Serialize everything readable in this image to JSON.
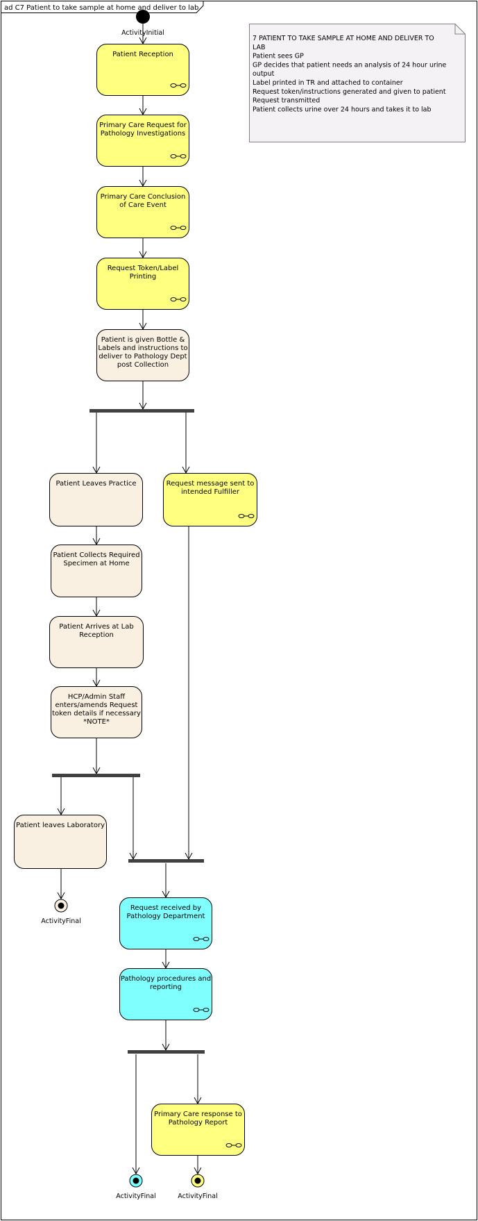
{
  "frame_title": "ad C7 Patient to take sample at home and deliver to lab",
  "initial_label": "ActivityInitial",
  "note": {
    "lines": [
      "7 PATIENT TO TAKE SAMPLE AT HOME AND DELIVER TO",
      "LAB",
      "Patient sees GP",
      "GP decides that patient needs an analysis of 24 hour urine",
      "output",
      "Label printed in TR and attached to container",
      "Request token/instructions generated and given to patient",
      "Request transmitted",
      "Patient collects urine over 24 hours and takes it to lab"
    ]
  },
  "activities": [
    {
      "id": "a1",
      "lines": [
        "Patient Reception"
      ],
      "color": "#ffff80",
      "sub": true
    },
    {
      "id": "a2",
      "lines": [
        "Primary Care Request for",
        "Pathology Investigations"
      ],
      "color": "#ffff80",
      "sub": true
    },
    {
      "id": "a3",
      "lines": [
        "Primary Care Conclusion",
        "of Care Event"
      ],
      "color": "#ffff80",
      "sub": true
    },
    {
      "id": "a4",
      "lines": [
        "Request Token/Label",
        "Printing"
      ],
      "color": "#ffff80",
      "sub": true
    },
    {
      "id": "a5",
      "lines": [
        "Patient is given Bottle &",
        "Labels and instructions to",
        "deliver to Pathology Dept",
        "post Collection"
      ],
      "color": "#faf0e2",
      "sub": false
    },
    {
      "id": "a6",
      "lines": [
        "Patient Leaves Practice"
      ],
      "color": "#faf0e2",
      "sub": false
    },
    {
      "id": "a7",
      "lines": [
        "Request message sent to",
        "intended Fulfiller"
      ],
      "color": "#ffff80",
      "sub": true
    },
    {
      "id": "a8",
      "lines": [
        "Patient Collects Required",
        "Specimen at Home"
      ],
      "color": "#faf0e2",
      "sub": false
    },
    {
      "id": "a9",
      "lines": [
        "Patient Arrives at Lab",
        "Reception"
      ],
      "color": "#faf0e2",
      "sub": false
    },
    {
      "id": "a10",
      "lines": [
        "HCP/Admin Staff",
        "enters/amends Request",
        "token details if necessary",
        "*NOTE*"
      ],
      "color": "#faf0e2",
      "sub": false
    },
    {
      "id": "a11",
      "lines": [
        "Patient leaves Laboratory"
      ],
      "color": "#faf0e2",
      "sub": false
    },
    {
      "id": "a12",
      "lines": [
        "Request received by",
        "Pathology Department"
      ],
      "color": "#80ffff",
      "sub": true
    },
    {
      "id": "a13",
      "lines": [
        "Pathology procedures and",
        "reporting"
      ],
      "color": "#80ffff",
      "sub": true
    },
    {
      "id": "a14",
      "lines": [
        "Primary Care response to",
        "Pathology Report"
      ],
      "color": "#ffff80",
      "sub": true
    }
  ],
  "finals": [
    {
      "id": "f1",
      "label": "ActivityFinal",
      "color": "#faf0e2"
    },
    {
      "id": "f2",
      "label": "ActivityFinal",
      "color": "#80ffff"
    },
    {
      "id": "f3",
      "label": "ActivityFinal",
      "color": "#ffff80"
    }
  ]
}
